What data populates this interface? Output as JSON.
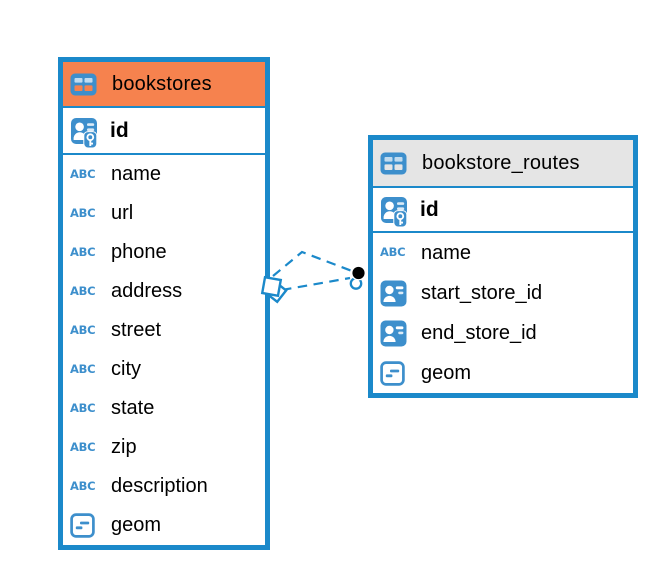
{
  "diagram": {
    "colors": {
      "accent_blue": "#1b89ca",
      "icon_blue": "#3d8fcc",
      "bookstores_header": "#f6824e",
      "bookstore_routes_header": "#e5e5e5",
      "connector_dot": "#000000"
    },
    "icons": {
      "abc_text": "ABC"
    },
    "tables": [
      {
        "name": "bookstores",
        "columns": [
          {
            "label": "id",
            "type": "primary-key"
          },
          {
            "label": "name",
            "type": "text"
          },
          {
            "label": "url",
            "type": "text"
          },
          {
            "label": "phone",
            "type": "text"
          },
          {
            "label": "address",
            "type": "text"
          },
          {
            "label": "street",
            "type": "text"
          },
          {
            "label": "city",
            "type": "text"
          },
          {
            "label": "state",
            "type": "text"
          },
          {
            "label": "zip",
            "type": "text"
          },
          {
            "label": "description",
            "type": "text"
          },
          {
            "label": "geom",
            "type": "geometry"
          }
        ]
      },
      {
        "name": "bookstore_routes",
        "columns": [
          {
            "label": "id",
            "type": "primary-key"
          },
          {
            "label": "name",
            "type": "text"
          },
          {
            "label": "start_store_id",
            "type": "foreign-key"
          },
          {
            "label": "end_store_id",
            "type": "foreign-key"
          },
          {
            "label": "geom",
            "type": "geometry"
          }
        ]
      }
    ],
    "relationship": {
      "connects": [
        "bookstores",
        "bookstore_routes"
      ],
      "line_style": "dashed"
    }
  }
}
